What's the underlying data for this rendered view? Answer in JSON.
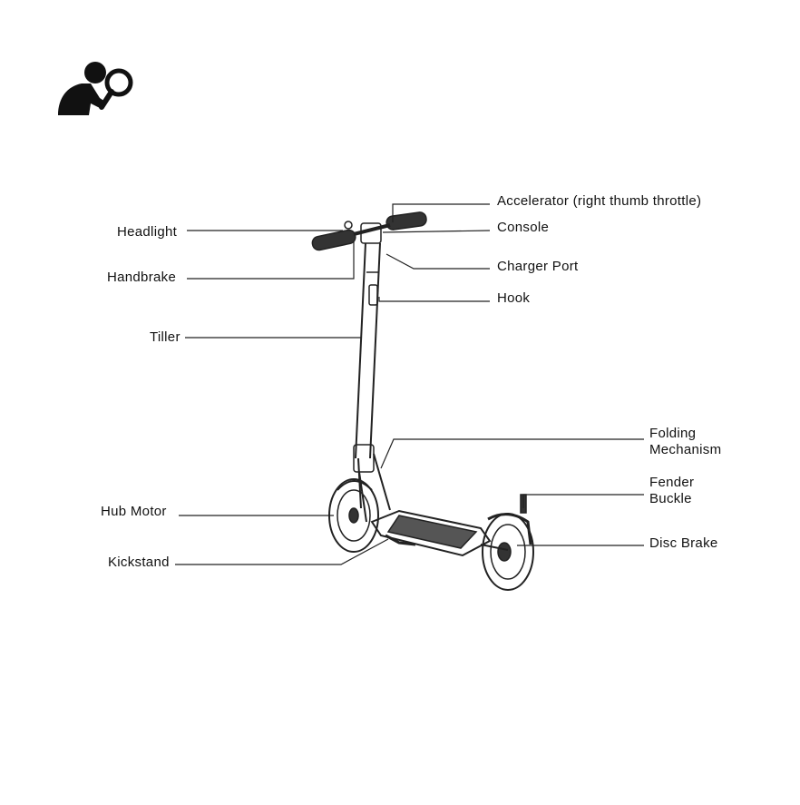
{
  "header": {
    "icon": "person-magnifier-icon"
  },
  "labels": {
    "accelerator": "Accelerator (right thumb throttle)",
    "console": "Console",
    "charger_port": "Charger Port",
    "hook": "Hook",
    "headlight": "Headlight",
    "handbrake": "Handbrake",
    "tiller": "Tiller",
    "folding_1": "Folding",
    "folding_2": "Mechanism",
    "fender_1": "Fender",
    "fender_2": "Buckle",
    "disc_brake": "Disc Brake",
    "hub_motor": "Hub Motor",
    "kickstand": "Kickstand"
  },
  "colors": {
    "ink": "#111111",
    "background": "#ffffff"
  }
}
